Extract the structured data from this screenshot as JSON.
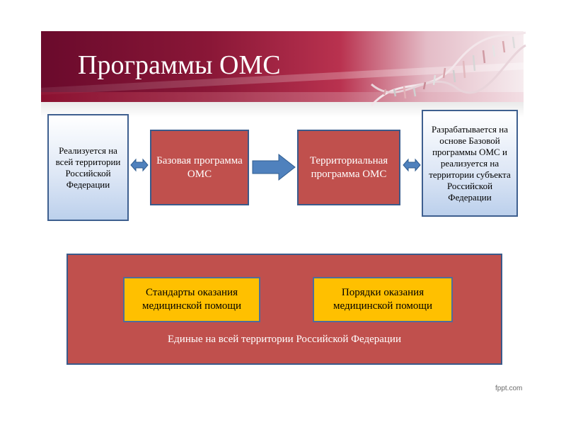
{
  "header": {
    "title": "Программы ОМС"
  },
  "diagram": {
    "left_box": "Реализуется на всей территории Российской Федерации",
    "base_program": "Базовая программа ОМС",
    "territorial_program": "Территориальная программа ОМС",
    "right_box": "Разрабатывается на основе Базовой программы ОМС и реализуется  на территории субъекта Российской Федерации",
    "standards": "Стандарты оказания медицинской помощи",
    "procedures": "Порядки оказания медицинской помощи",
    "unified_caption": "Единые на всей территории Российской Федерации"
  },
  "footer": {
    "watermark": "fppt.com"
  },
  "colors": {
    "banner": "#8a1737",
    "red_box": "#c0504d",
    "yellow_box": "#ffc000",
    "arrow_blue": "#4f81bd",
    "border_blue": "#3a5a8a"
  }
}
